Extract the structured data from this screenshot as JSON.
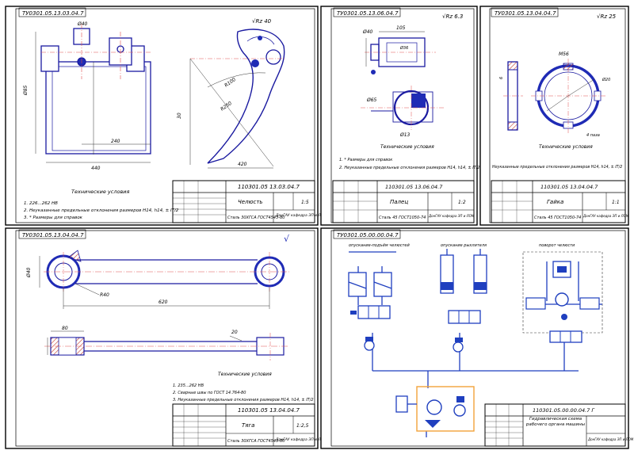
{
  "sheets": {
    "s1": {
      "code_top": "ТУ0301.05.13.03.04.7",
      "code": "110301.05 13.03.04.7",
      "name": "Челюсть",
      "scale": "1:5",
      "material": "Сталь 30ХГСА ГОСТ4543-80",
      "org": "ДонГАУ кафедра ЭП и ЛОМ",
      "roughness": "√Rz 40",
      "tech_title": "Технические условия",
      "notes": [
        "1. 226...262 НВ",
        "2. Неуказанные предельные отклонения размеров Н14, h14, ± IT/2",
        "3. * Размеры для справок"
      ]
    },
    "s2": {
      "code_top": "ТУ0301.05.13.06.04.7",
      "code": "110301.05 13.06.04.7",
      "name": "Палец",
      "scale": "1:2",
      "material": "Сталь 45 ГОСТ1050-74",
      "org": "ДонГАУ кафедра ЭП и ЛОМ",
      "roughness": "√Rz 6.3",
      "tech_title": "Технические условия",
      "notes": [
        "1. * Размеры для справок",
        "2. Неуказанные предельные отклонения размеров Н14, h14, ± IT/2"
      ]
    },
    "s3": {
      "code_top": "ТУ0301.05.13.04.04.7",
      "code": "110301.05 13.04.04.7",
      "name": "Гайка",
      "scale": "1:1",
      "material": "Сталь 45 ГОСТ1050-74",
      "org": "ДонГАУ кафедра ЭП и ЛОМ",
      "roughness": "√Rz 25",
      "tech_title": "Технические условия",
      "notes": [
        "Неуказанные предельные отклонения размеров Н14, h14, ± IT/2"
      ]
    },
    "s4": {
      "code_top": "ТУ0301.05.13.04.04.7",
      "code": "110301.05 13.04.04.7",
      "name": "Тяга",
      "scale": "1:2,5",
      "material": "Сталь 30ХГСА ГОСТ4543-80",
      "org": "ДонГАУ кафедра ЭП и ЛОМ",
      "roughness": "√",
      "tech_title": "Технические условия",
      "notes": [
        "1. 235...262 НВ",
        "2. Сварные швы по ГОСТ 14.764-80",
        "3. Неуказанные предельные отклонения размеров Н14, h14, ± IT/2"
      ]
    },
    "s5": {
      "code_top": "ТУ0301.05.00.00.04.7",
      "code": "110301.05.00.00.04.7 Г",
      "name": "Гидравлическая схема рабочего органа машины",
      "scale": "",
      "material": "",
      "org": "ДонГАУ кафедра ЭП и ЛОМ",
      "labels": [
        "опускание-подъём челюстей",
        "опускание рыхлителя",
        "поворот челюсти"
      ]
    }
  },
  "dims": {
    "s1": [
      "Ø40",
      "Ø85",
      "440",
      "240",
      "R100",
      "R250",
      "420",
      "30"
    ],
    "s2": [
      "Ø40",
      "Ø65",
      "Ø36",
      "Ø13",
      "105"
    ],
    "s3": [
      "M56",
      "Ø20",
      "6",
      "4 паза"
    ],
    "s4": [
      "Ø40",
      "R40",
      "620",
      "80",
      "20"
    ]
  },
  "colors": {
    "frame": "#000000",
    "part_line": "#1a1aa0",
    "fill_blue": "#1f2bb5",
    "hatch_red": "#c0392b",
    "center_line": "#e05050",
    "dim_line": "#333333",
    "hydro_orange": "#f2a33a",
    "hydro_blue": "#1f3fbf"
  }
}
